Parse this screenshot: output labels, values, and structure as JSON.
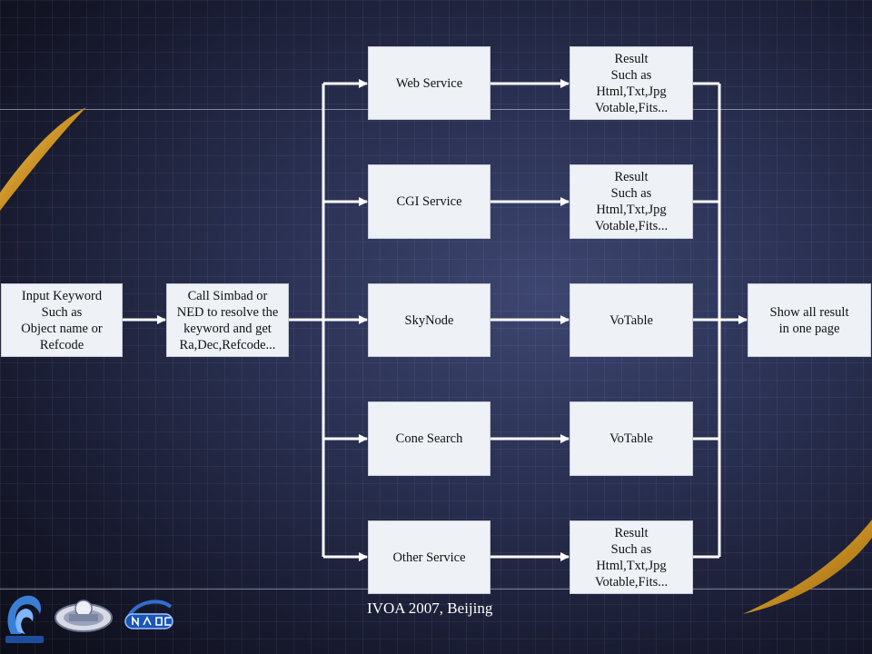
{
  "nodes": {
    "input": "Input Keyword\nSuch as\nObject name or\nRefcode",
    "resolve": "Call Simbad or\nNED to resolve the\nkeyword and get\nRa,Dec,Refcode...",
    "web_service": "Web Service",
    "cgi_service": "CGI Service",
    "skynode": "SkyNode",
    "cone_search": "Cone Search",
    "other_service": "Other Service",
    "result_web": "Result\nSuch as\nHtml,Txt,Jpg\nVotable,Fits...",
    "result_cgi": "Result\nSuch as\nHtml,Txt,Jpg\nVotable,Fits...",
    "result_skynode": "VoTable",
    "result_cone": "VoTable",
    "result_other": "Result\nSuch as\nHtml,Txt,Jpg\nVotable,Fits...",
    "show_all": "Show all result\nin one page"
  },
  "footer": "IVOA 2007, Beijing",
  "logos": {
    "left": "China-VO",
    "middle": "IVOA",
    "right": "NAOC"
  },
  "colors": {
    "box_fill": "#eef1f6",
    "connector": "#ffffff",
    "accent_gold": "#d9a630"
  }
}
